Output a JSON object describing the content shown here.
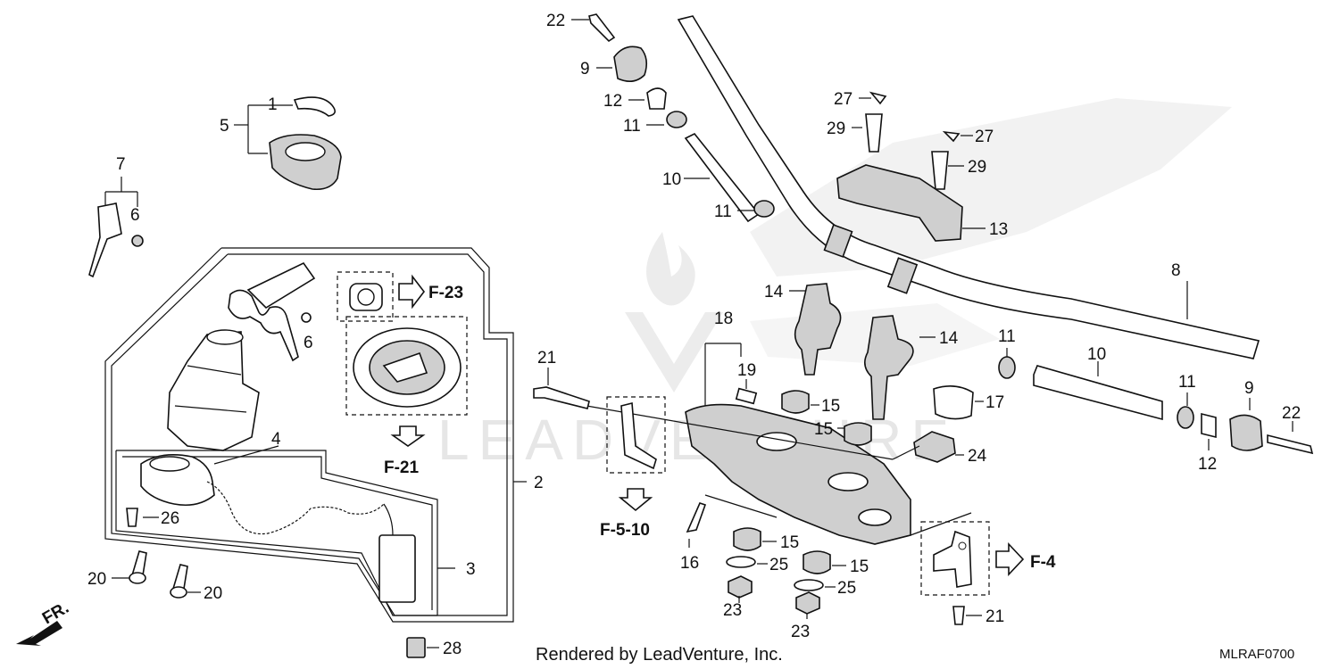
{
  "labels": {
    "l1": "1",
    "l5": "5",
    "l7": "7",
    "l6a": "6",
    "l6b": "6",
    "l2": "2",
    "l3": "3",
    "l4": "4",
    "l26": "26",
    "l20a": "20",
    "l20b": "20",
    "l28": "28",
    "l22a": "22",
    "l9a": "9",
    "l12a": "12",
    "l11a": "11",
    "l10a": "10",
    "l11b": "11",
    "l27a": "27",
    "l29a": "29",
    "l27b": "27",
    "l29b": "29",
    "l13": "13",
    "l8": "8",
    "l14a": "14",
    "l14b": "14",
    "l18": "18",
    "l19": "19",
    "l21a": "21",
    "l15a": "15",
    "l15b": "15",
    "l15c": "15",
    "l15d": "15",
    "l17": "17",
    "l24": "24",
    "l16": "16",
    "l25a": "25",
    "l25b": "25",
    "l23a": "23",
    "l23b": "23",
    "l21b": "21",
    "l11c": "11",
    "l10b": "10",
    "l11d": "11",
    "l9b": "9",
    "l12b": "12",
    "l22b": "22"
  },
  "refs": {
    "f23": "F-23",
    "f21": "F-21",
    "f510": "F-5-10",
    "f4": "F-4",
    "fr": "FR."
  },
  "footer": {
    "rendered_by": "Rendered by LeadVenture, Inc.",
    "code": "MLRAF0700"
  },
  "watermark": {
    "text": "LEADVENTURE"
  }
}
